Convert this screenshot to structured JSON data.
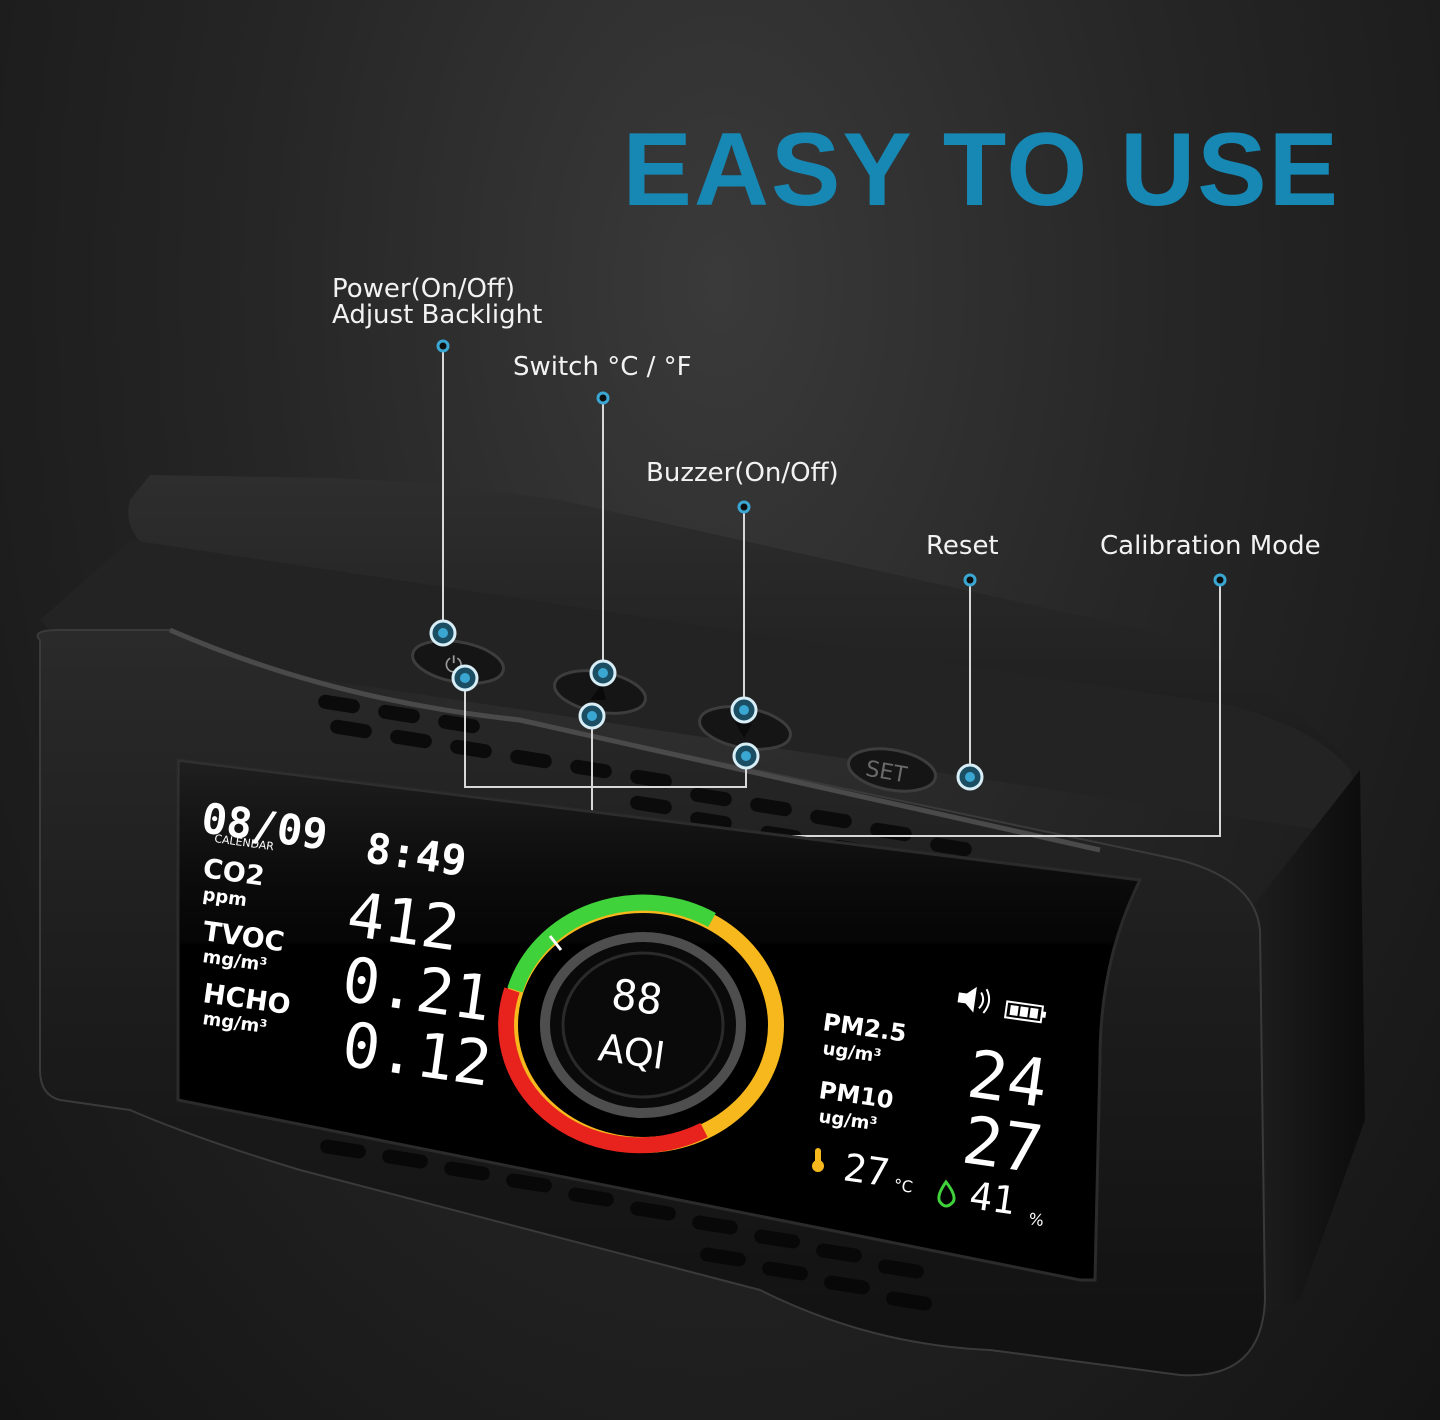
{
  "headline": "EASY TO USE",
  "callouts": {
    "power_line1": "Power(On/Off)",
    "power_line2": "Adjust Backlight",
    "switch_unit": "Switch °C / °F",
    "buzzer": "Buzzer(On/Off)",
    "reset": "Reset",
    "calibration": "Calibration Mode"
  },
  "device": {
    "set_button_label": "SET",
    "display": {
      "date": "08/09",
      "calendar_label": "CALENDAR",
      "time": "8:49",
      "co2": {
        "label": "CO2",
        "unit": "ppm",
        "value": "412"
      },
      "tvoc": {
        "label": "TVOC",
        "unit": "mg/m³",
        "value": "0.21"
      },
      "hcho": {
        "label": "HCHO",
        "unit": "mg/m³",
        "value": "0.12"
      },
      "aqi": {
        "value": "88",
        "label": "AQI"
      },
      "pm25": {
        "label": "PM2.5",
        "unit": "ug/m³",
        "value": "24"
      },
      "pm10": {
        "label": "PM10",
        "unit": "ug/m³",
        "value": "27"
      },
      "temperature": {
        "value": "27",
        "unit": "°C"
      },
      "humidity": {
        "value": "41",
        "unit": "%"
      }
    }
  },
  "colors": {
    "headline": "#1787b3",
    "callout_dot": "#3aa7d3",
    "aqi_green": "#3fd23a",
    "aqi_yellow": "#f7b81e",
    "aqi_red": "#e8231d"
  },
  "icons": [
    "speaker-icon",
    "battery-icon",
    "thermometer-icon",
    "humidity-drop-icon"
  ]
}
